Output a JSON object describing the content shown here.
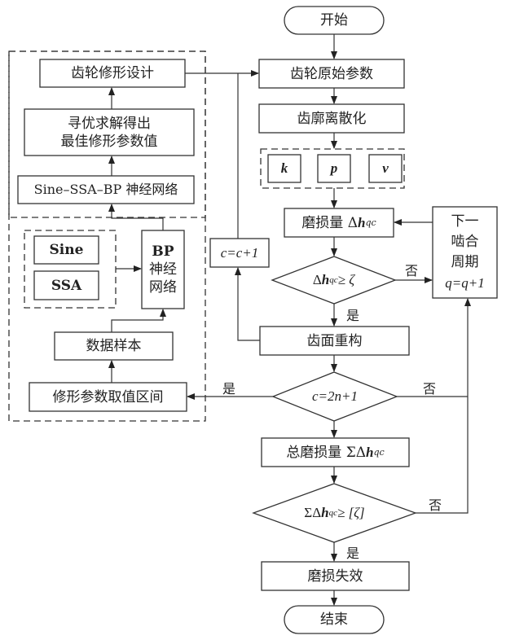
{
  "diagram": {
    "type": "flowchart",
    "main_flow": {
      "start": "开始",
      "gear_params": "齿轮原始参数",
      "discretize": "齿廓离散化",
      "params": [
        "k",
        "p",
        "v"
      ],
      "wear_prefix": "磨损量 Δ",
      "wear_var": "h",
      "wear_sup": "qc",
      "decision1_prefix": "Δ",
      "decision1_var": "h",
      "decision1_sup": "qc",
      "decision1_suffix": " ≥ ζ",
      "surface_rebuild": "齿面重构",
      "counter": "c=c+1",
      "decision2": "c=2n+1",
      "total_wear_prefix": "总磨损量 ΣΔ",
      "total_wear_var": "h",
      "total_wear_sup": "qc",
      "decision3_prefix": "ΣΔ",
      "decision3_var": "h",
      "decision3_sup": "qc",
      "decision3_suffix": " ≥ [ζ]",
      "failure": "磨损失效",
      "end": "结束"
    },
    "next_cycle": {
      "line1": "下一",
      "line2": "啮合",
      "line3": "周期",
      "line4": "q=q+1"
    },
    "optimization_module": {
      "design": "齿轮修形设计",
      "optimize_line1": "寻优求解得出",
      "optimize_line2": "最佳修形参数值",
      "network": "Sine–SSA–BP 神经网络",
      "sine": "Sine",
      "ssa": "SSA",
      "bp_line1": "BP",
      "bp_line2": "神经",
      "bp_line3": "网络",
      "samples": "数据样本",
      "range": "修形参数取值区间"
    },
    "edge_labels": {
      "yes": "是",
      "no": "否"
    }
  }
}
